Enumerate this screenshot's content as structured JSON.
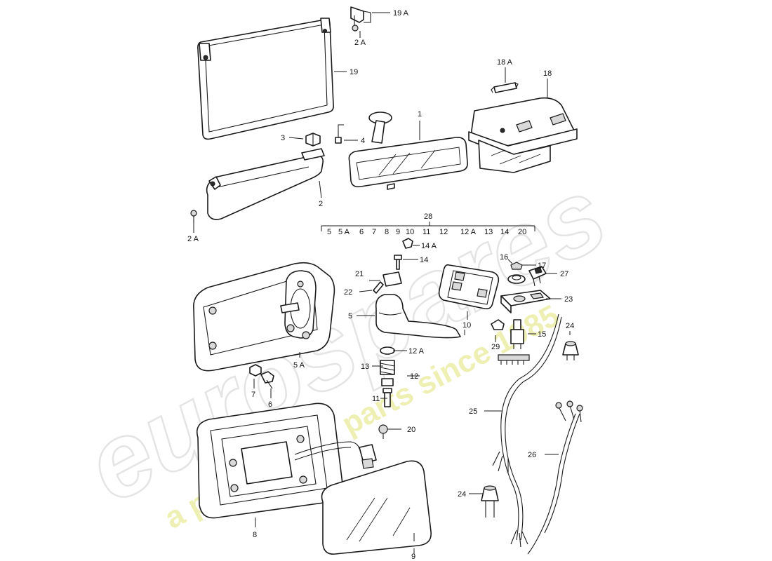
{
  "watermark": {
    "brand": "eurospares",
    "tagline": "a passion for parts since 1985",
    "brand_color": "#cfcfcf",
    "tagline_color": "#e9ec9a"
  },
  "labels": {
    "l1": "1",
    "l2": "2",
    "l2A_top": "2 A",
    "l2A_left": "2 A",
    "l3": "3",
    "l4": "4",
    "l5": "5",
    "l5A": "5 A",
    "l6": "6",
    "l7": "7",
    "l8": "8",
    "l9": "9",
    "l10": "10",
    "l11": "11",
    "l12": "12",
    "l12A": "12 A",
    "l13": "13",
    "l14": "14",
    "l14A": "14 A",
    "l15": "15",
    "l16": "16",
    "l17": "17",
    "l18": "18",
    "l18A": "18 A",
    "l19": "19",
    "l19A": "19 A",
    "l20": "20",
    "l21": "21",
    "l22": "22",
    "l23": "23",
    "l24_top": "24",
    "l24_bottom": "24",
    "l25": "25",
    "l26": "26",
    "l27": "27",
    "l28": "28",
    "l29": "29"
  },
  "kit_28": {
    "items": [
      "5",
      "5 A",
      "6",
      "7",
      "8",
      "9",
      "10",
      "11",
      "12",
      "12 A",
      "13",
      "14",
      "20"
    ]
  }
}
